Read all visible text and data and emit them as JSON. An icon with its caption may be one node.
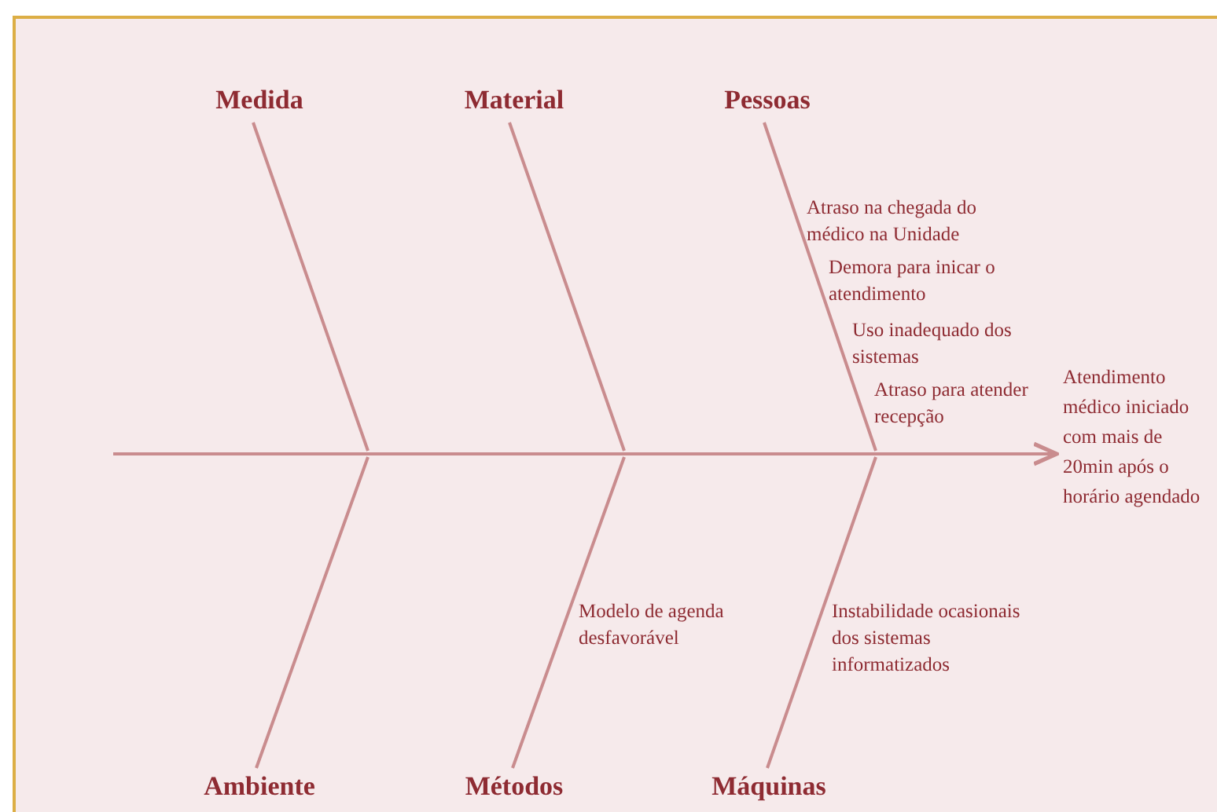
{
  "diagram": {
    "nodes": [
      {
        "text": [
          "Medida"
        ]
      },
      {
        "text": [
          "Material"
        ]
      },
      {
        "text": [
          "Pessoas"
        ]
      },
      {
        "text": [
          "Atendimento médico iniciado com mais de 20min após o horário agendado"
        ]
      },
      {
        "text": [
          "Ambiente"
        ]
      },
      {
        "text": [
          "Métodos"
        ]
      },
      {
        "text": [
          "Máquinas"
        ]
      }
    ],
    "labels": [
      "Atraso na chegada do médico na Unidade",
      "Demora para inicar o atendimento",
      "Uso inadequado dos sistemas",
      "Atraso para atender recepção",
      "Modelo de agenda desfavorável",
      "Instabilidade ocasionais dos sistemas informatizados"
    ],
    "edges": [
      {
        "from": null,
        "to": 3,
        "arrow": "to"
      },
      {
        "from": 0,
        "to": null,
        "arrow": "none"
      },
      {
        "from": 1,
        "to": null,
        "arrow": "none"
      },
      {
        "from": 2,
        "to": null,
        "arrow": "none"
      },
      {
        "from": 4,
        "to": null,
        "arrow": "none"
      },
      {
        "from": 5,
        "to": null,
        "arrow": "none"
      },
      {
        "from": 6,
        "to": null,
        "arrow": "none"
      }
    ]
  }
}
